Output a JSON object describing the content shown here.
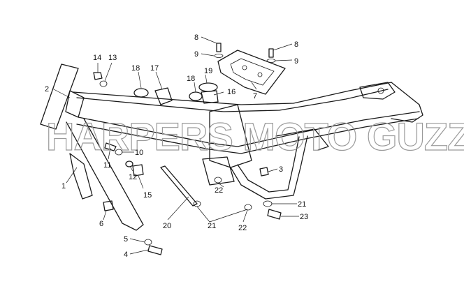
{
  "watermark": "HARPERS MOTO GUZZI©",
  "colors": {
    "line": "#1a1a1a",
    "watermark": "#9a9a9a",
    "background": "#ffffff"
  },
  "callouts": [
    {
      "id": "c1",
      "label": "1"
    },
    {
      "id": "c2",
      "label": "2"
    },
    {
      "id": "c3",
      "label": "3"
    },
    {
      "id": "c4",
      "label": "4"
    },
    {
      "id": "c5",
      "label": "5"
    },
    {
      "id": "c6",
      "label": "6"
    },
    {
      "id": "c7",
      "label": "7"
    },
    {
      "id": "c8a",
      "label": "8"
    },
    {
      "id": "c8b",
      "label": "8"
    },
    {
      "id": "c9a",
      "label": "9"
    },
    {
      "id": "c9b",
      "label": "9"
    },
    {
      "id": "c10",
      "label": "10"
    },
    {
      "id": "c11",
      "label": "11"
    },
    {
      "id": "c12",
      "label": "12"
    },
    {
      "id": "c13",
      "label": "13"
    },
    {
      "id": "c14",
      "label": "14"
    },
    {
      "id": "c15",
      "label": "15"
    },
    {
      "id": "c16",
      "label": "16"
    },
    {
      "id": "c17",
      "label": "17"
    },
    {
      "id": "c18a",
      "label": "18"
    },
    {
      "id": "c18b",
      "label": "18"
    },
    {
      "id": "c19",
      "label": "19"
    },
    {
      "id": "c20",
      "label": "20"
    },
    {
      "id": "c21a",
      "label": "21"
    },
    {
      "id": "c21b",
      "label": "21"
    },
    {
      "id": "c22a",
      "label": "22"
    },
    {
      "id": "c22b",
      "label": "22"
    },
    {
      "id": "c23",
      "label": "23"
    }
  ]
}
